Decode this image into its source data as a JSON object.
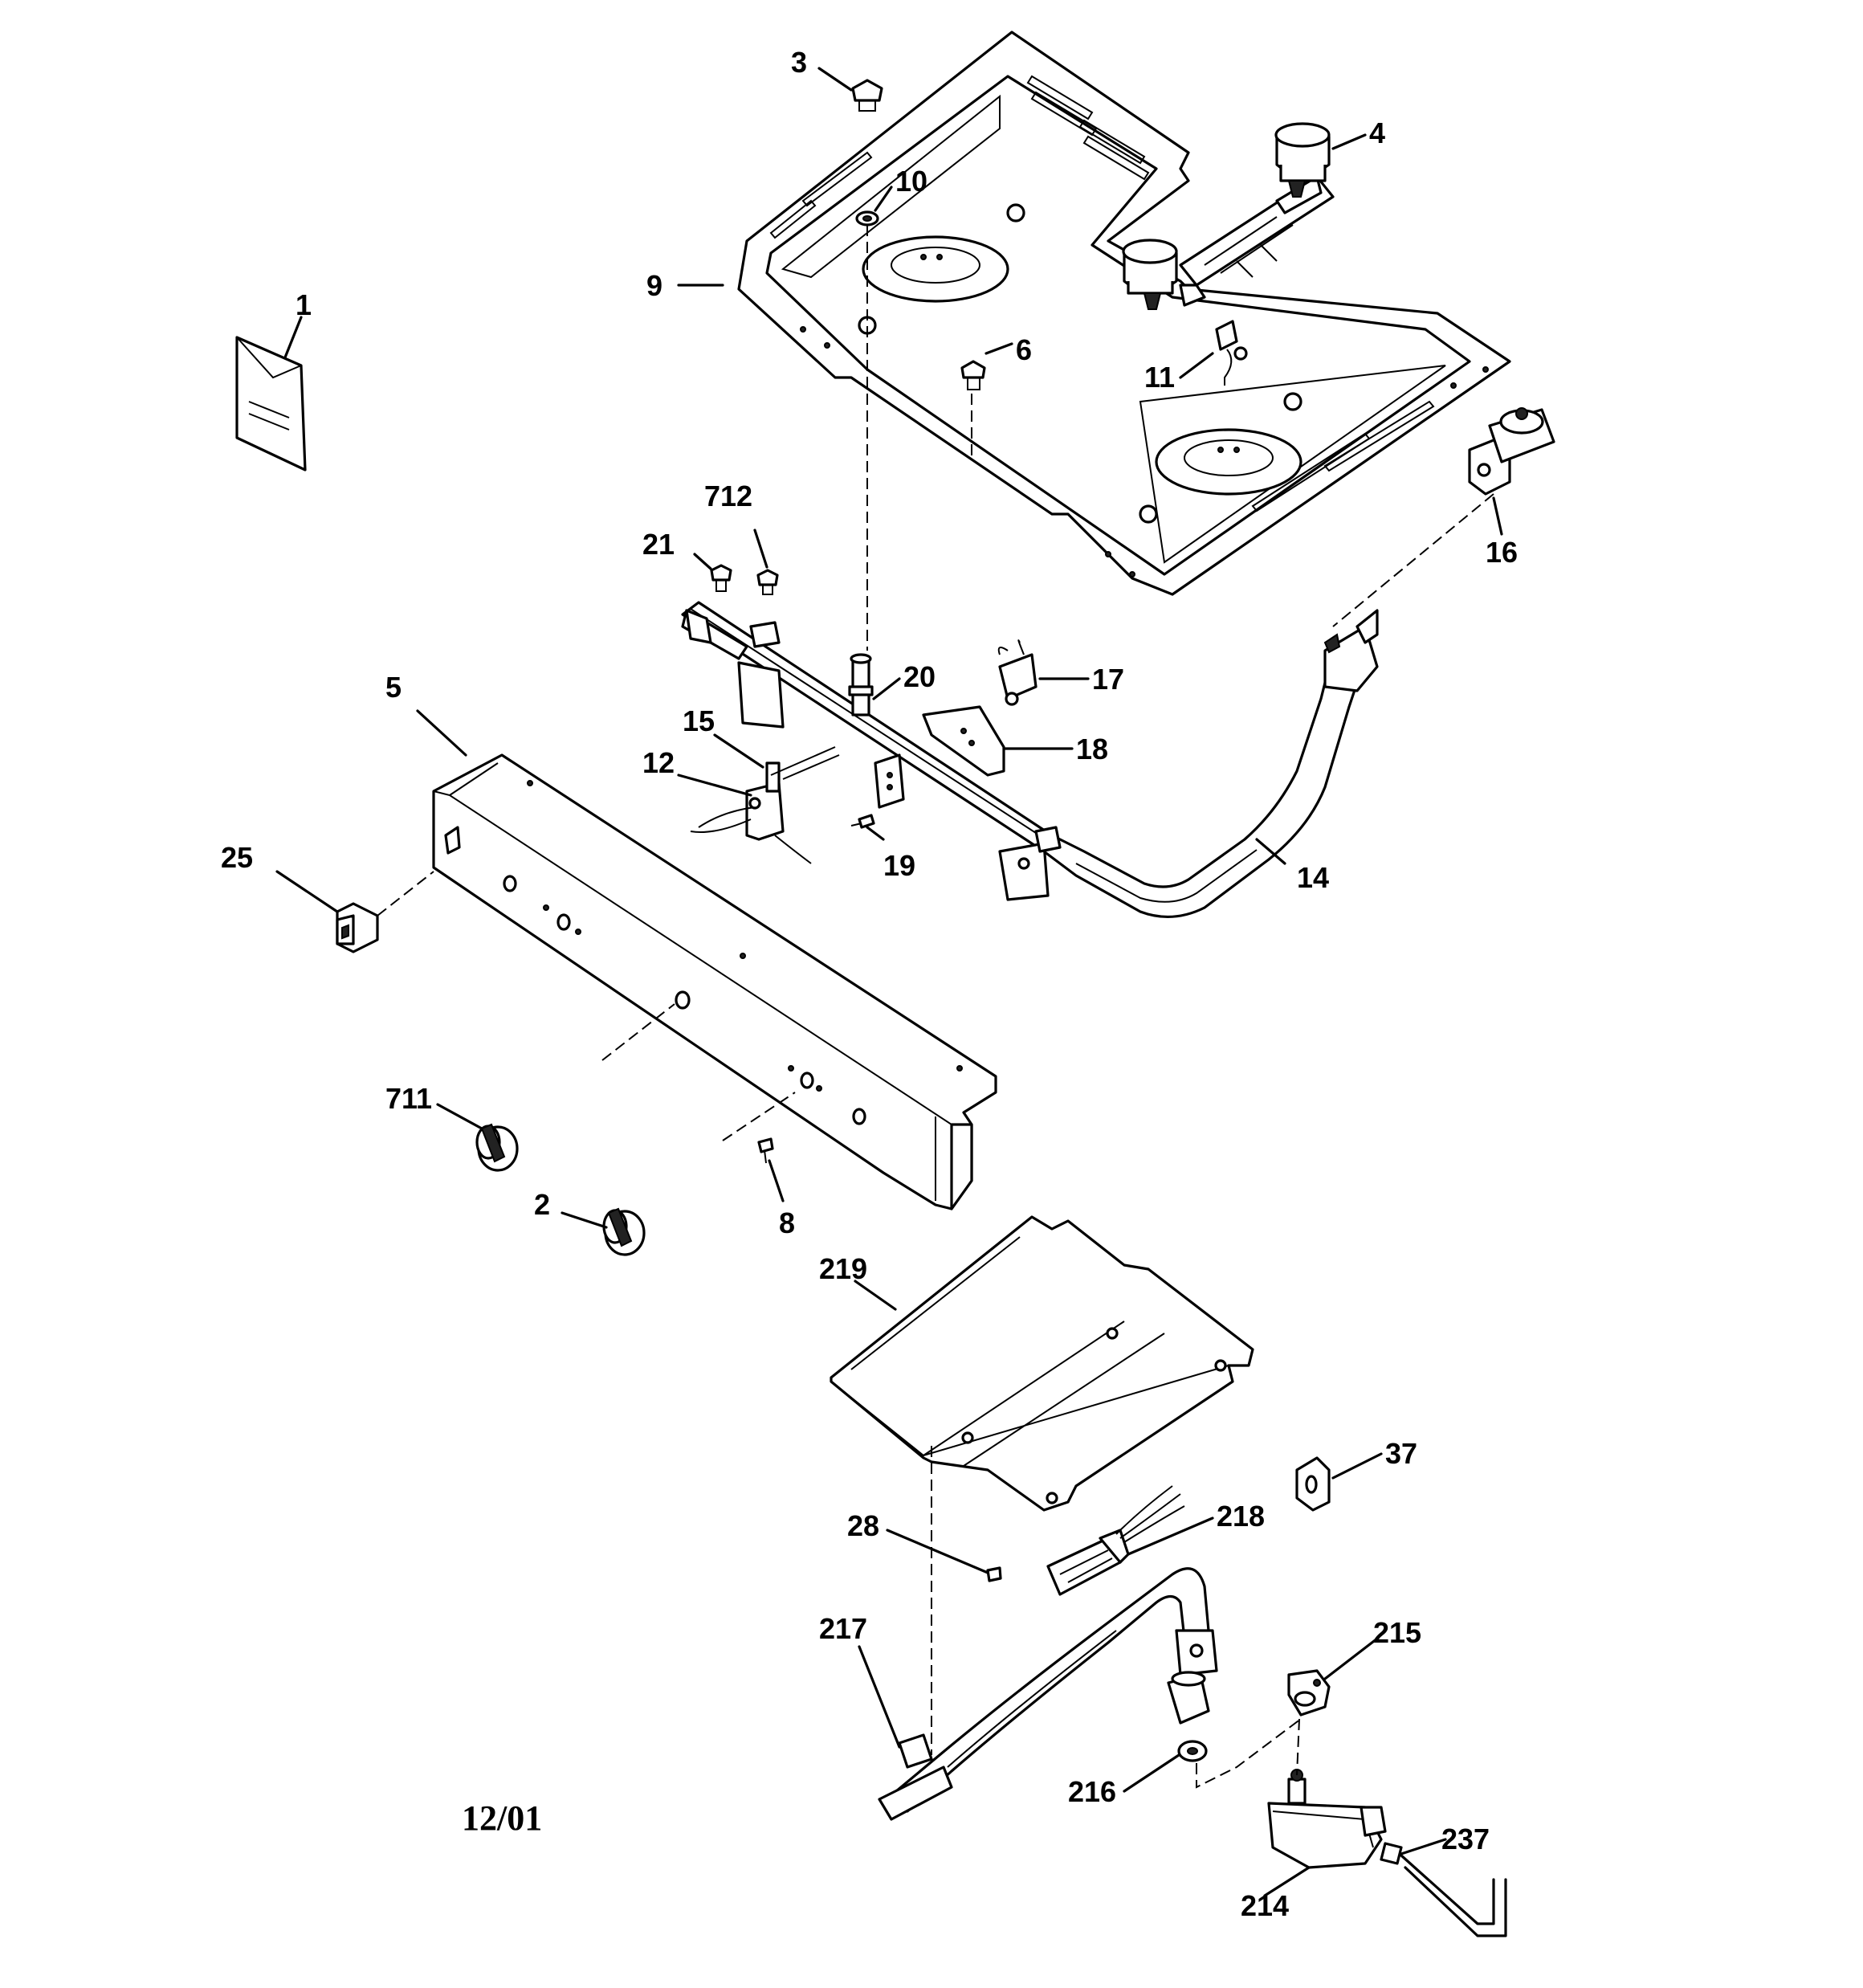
{
  "diagram": {
    "labels": {
      "p1": "1",
      "p2": "2",
      "p3": "3",
      "p4": "4",
      "p5": "5",
      "p6": "6",
      "p8": "8",
      "p9": "9",
      "p10": "10",
      "p11": "11",
      "p12": "12",
      "p14": "14",
      "p15": "15",
      "p16": "16",
      "p17": "17",
      "p18": "18",
      "p19": "19",
      "p20": "20",
      "p21": "21",
      "p25": "25",
      "p28": "28",
      "p37": "37",
      "p214": "214",
      "p215": "215",
      "p216": "216",
      "p217": "217",
      "p218": "218",
      "p219": "219",
      "p237": "237",
      "p711": "711",
      "p712": "712"
    },
    "date": "12/01"
  }
}
